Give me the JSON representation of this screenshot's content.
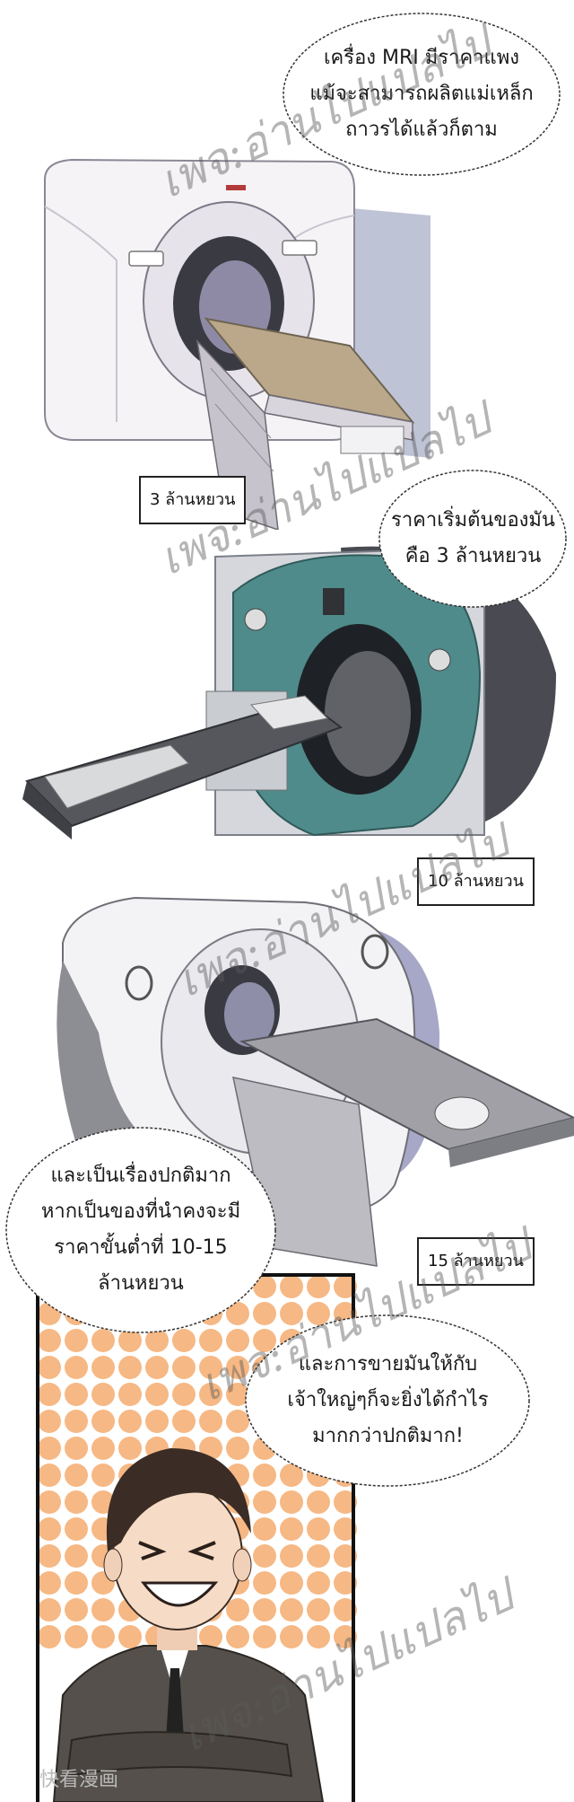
{
  "bubbles": [
    {
      "lines": [
        "เครื่อง MRI มีราคาแพง",
        "แม้จะสามารถผลิตแม่เหล็ก",
        "ถาวรได้แล้วก็ตาม"
      ]
    },
    {
      "lines": [
        "ราคาเริ่มต้นของมัน",
        "คือ 3 ล้านหยวน"
      ]
    },
    {
      "lines": [
        "และเป็นเรื่องปกติมาก",
        "หากเป็นของที่นำคงจะมี",
        "ราคาขั้นต่ำที่ 10-15",
        "ล้านหยวน"
      ]
    },
    {
      "lines": [
        "และการขายมันให้กับ",
        "เจ้าใหญ่ๆก็จะยิ่งได้กำไร",
        "มากกว่าปกติมาก!"
      ]
    }
  ],
  "price_labels": [
    "3 ล้านหยวน",
    "10 ล้านหยวน",
    "15 ล้านหยวน"
  ],
  "watermark_text": "เพจ:อ่านไปแปลไป",
  "corner_logo": "快看漫画",
  "colors": {
    "dot_orange": "#f6b884",
    "teal": "#4f8b8a",
    "suit": "#55504b",
    "hair": "#3b2c25"
  }
}
